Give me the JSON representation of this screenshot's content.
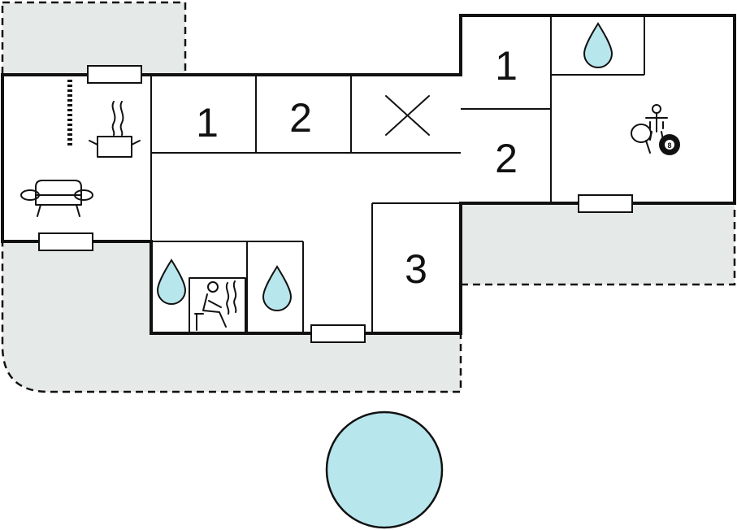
{
  "rooms": {
    "bedroom_1_left": "1",
    "bedroom_2_left": "2",
    "bedroom_3": "3",
    "bedroom_1_right": "1",
    "bedroom_2_right": "2"
  },
  "icons": {
    "kitchen": "cooking-pot-icon",
    "living": "sofa-icon",
    "sauna": "sauna-icon",
    "shower": "water-drop-icon",
    "games": "table-tennis-billiard-icon",
    "closet": "cross-icon",
    "pool": "pool"
  },
  "billiard_ball": "8",
  "colors": {
    "terrace": "#e5e9e7",
    "water": "#b7e6ec",
    "wall": "#111111"
  }
}
